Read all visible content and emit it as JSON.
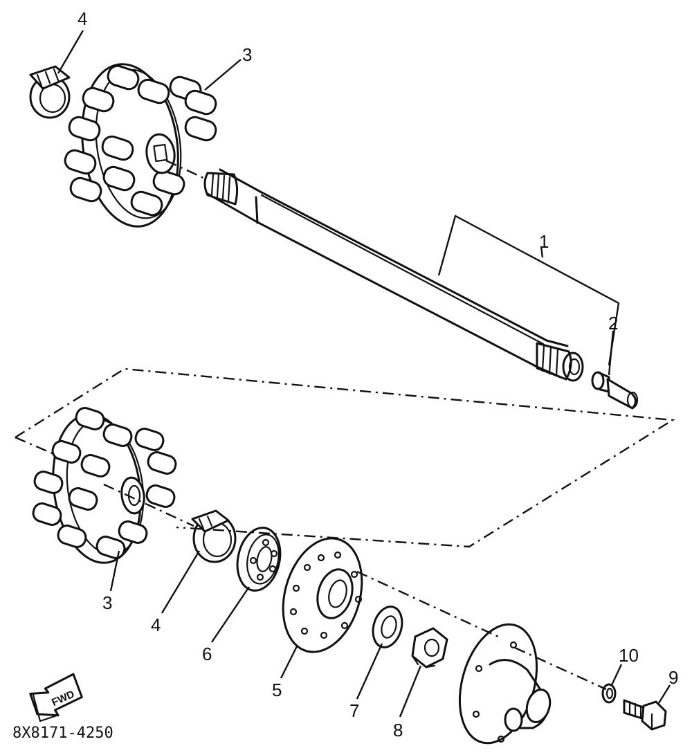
{
  "diagram": {
    "part_code": "8X8171-4250",
    "fwd_label": "FWD",
    "callouts": {
      "c1": "1",
      "c2": "2",
      "c3_top": "3",
      "c3_bottom": "3",
      "c4_top": "4",
      "c4_bottom": "4",
      "c5": "5",
      "c6": "6",
      "c7": "7",
      "c8": "8",
      "c9": "9",
      "c10": "10"
    }
  }
}
